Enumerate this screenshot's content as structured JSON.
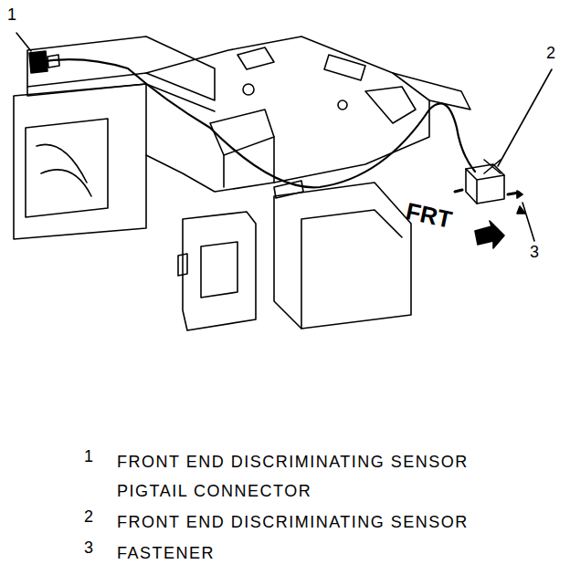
{
  "diagram": {
    "labels": [
      "1",
      "2",
      "3",
      "FRT",
      "1",
      "FRONT END DISCRIMINATING SENSOR PIGTAIL CONNECTOR",
      "2",
      "FRONT END DISCRIMINATING SENSOR",
      "3",
      "FASTENER"
    ]
  }
}
